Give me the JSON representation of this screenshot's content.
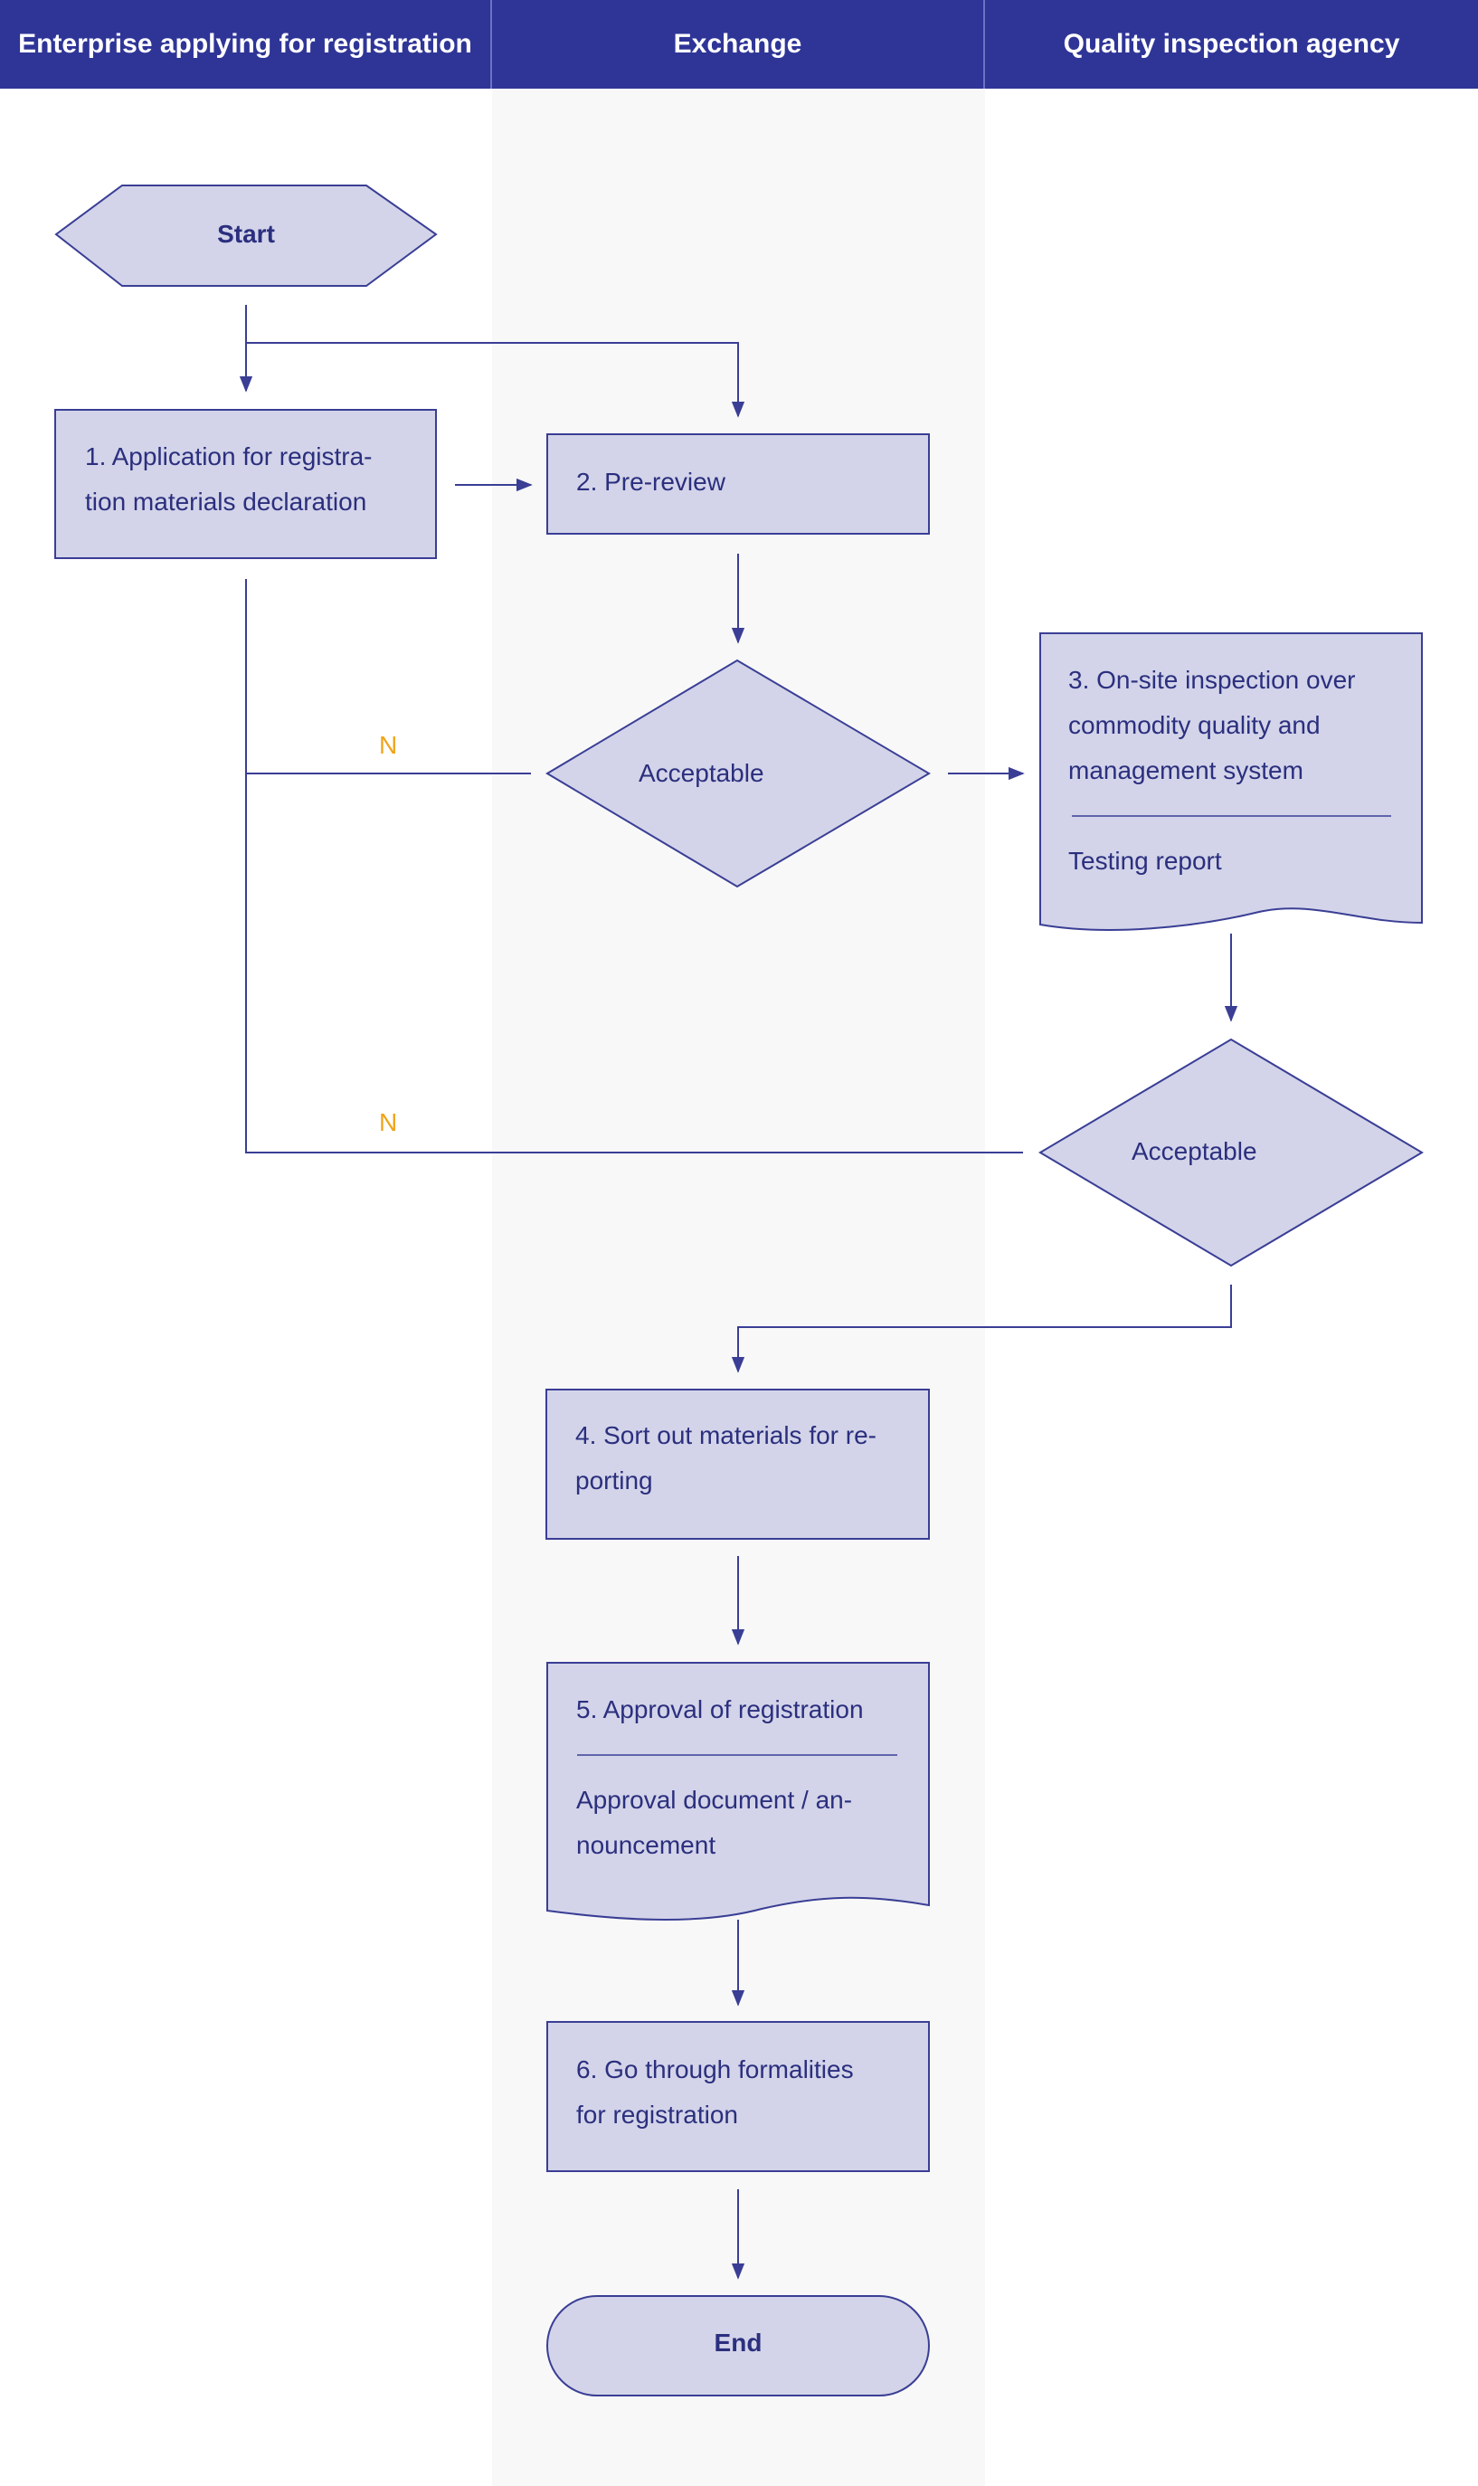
{
  "colors": {
    "header_bg": "#2f3597",
    "header_text": "#ffffff",
    "middle_lane_bg": "#f8f8f8",
    "node_fill": "#d3d4e9",
    "node_stroke": "#3a3e95",
    "text": "#2b2f7e",
    "no_label": "#f0a41a"
  },
  "lanes": [
    {
      "title": "Enterprise applying for registration"
    },
    {
      "title": "Exchange"
    },
    {
      "title": "Quality inspection agency"
    }
  ],
  "nodes": {
    "start": "Start",
    "step1": [
      "1. Application for registra-",
      "tion materials declaration"
    ],
    "step2": "2. Pre-review",
    "decision1": "Acceptable",
    "step3": [
      "3. On-site inspection over",
      "commodity quality and",
      "management system"
    ],
    "step3_doc": "Testing report",
    "decision2": "Acceptable",
    "step4": [
      "4. Sort out materials for re-",
      "porting"
    ],
    "step5": "5. Approval of registration",
    "step5_doc": [
      "Approval document / an-",
      "nouncement"
    ],
    "step6": [
      "6. Go through formalities",
      "for registration"
    ],
    "end": "End"
  },
  "branch_labels": {
    "no_1": "N",
    "no_2": "N"
  }
}
